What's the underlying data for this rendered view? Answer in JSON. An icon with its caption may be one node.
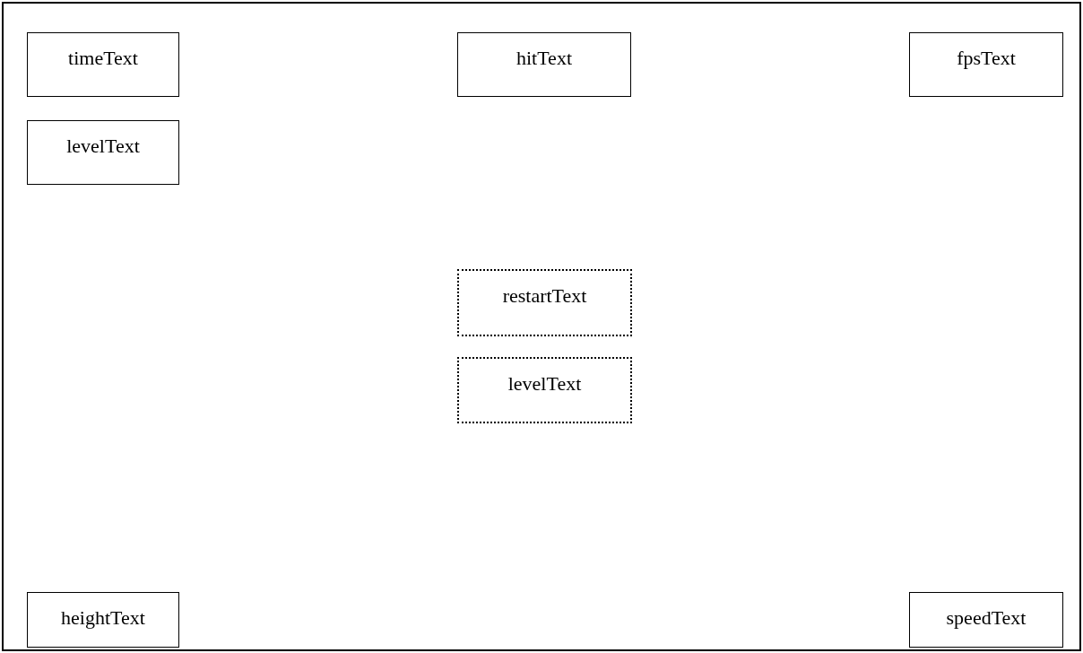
{
  "diagram": {
    "nodes": [
      {
        "text": [],
        "shape": "box"
      },
      {
        "text": [
          "timeText"
        ],
        "in": 0
      },
      {
        "text": [
          "hitText"
        ],
        "in": 0
      },
      {
        "text": [
          "fpsText"
        ],
        "in": 0
      },
      {
        "text": [
          "levelText"
        ],
        "in": 0
      },
      {
        "text": [
          "restartText"
        ],
        "in": 0
      },
      {
        "text": [
          "levelText"
        ],
        "in": 0
      },
      {
        "text": [
          "heightText"
        ],
        "in": 0
      },
      {
        "text": [
          "speedText"
        ],
        "in": 0
      }
    ]
  }
}
